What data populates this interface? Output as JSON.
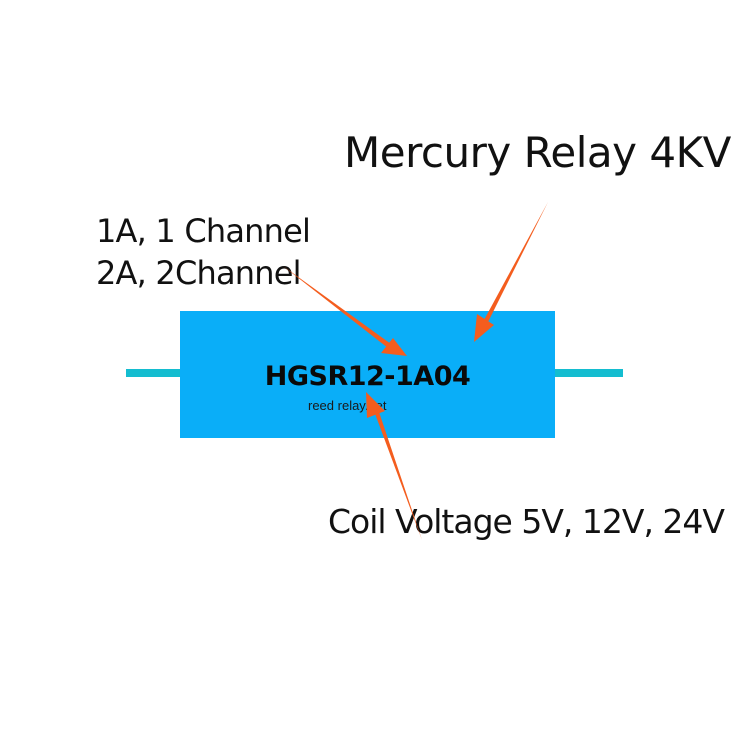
{
  "relay": {
    "model": "HGSR12-1A04",
    "brand": "reed relay.net"
  },
  "labels": {
    "title": "Mercury Relay 4KV",
    "channel_line1": "1A, 1 Channel",
    "channel_line2": "2A, 2Channel",
    "coil": "Coil Voltage 5V, 12V, 24V"
  },
  "colors": {
    "relay_body": "#0aaef8",
    "leads": "#14bdd0",
    "arrows": "#f45d1e"
  }
}
